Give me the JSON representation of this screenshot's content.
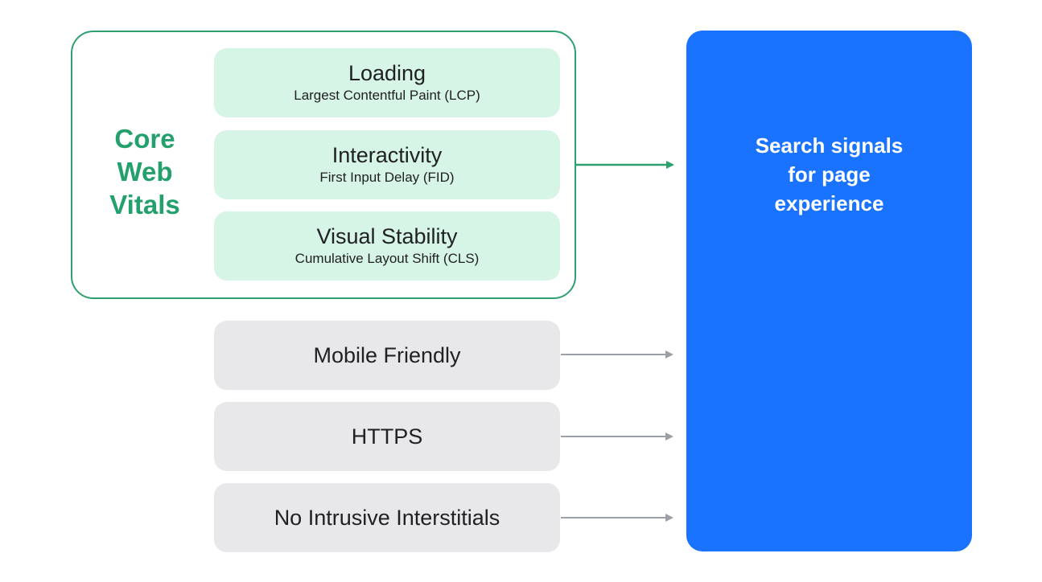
{
  "core_web_vitals": {
    "title": "Core\nWeb\nVitals",
    "metrics": [
      {
        "title": "Loading",
        "subtitle": "Largest Contentful Paint (LCP)"
      },
      {
        "title": "Interactivity",
        "subtitle": "First Input Delay (FID)"
      },
      {
        "title": "Visual Stability",
        "subtitle": "Cumulative Layout Shift (CLS)"
      }
    ]
  },
  "other_signals": [
    {
      "label": "Mobile Friendly"
    },
    {
      "label": "HTTPS"
    },
    {
      "label": "No Intrusive Interstitials"
    }
  ],
  "result": {
    "label": "Search signals\nfor page\nexperience"
  },
  "colors": {
    "green_accent": "#23a06b",
    "green_fill": "#d7f5e6",
    "gray_fill": "#e8e8ea",
    "blue_fill": "#1973ff",
    "gray_arrow": "#9aa0a6"
  }
}
